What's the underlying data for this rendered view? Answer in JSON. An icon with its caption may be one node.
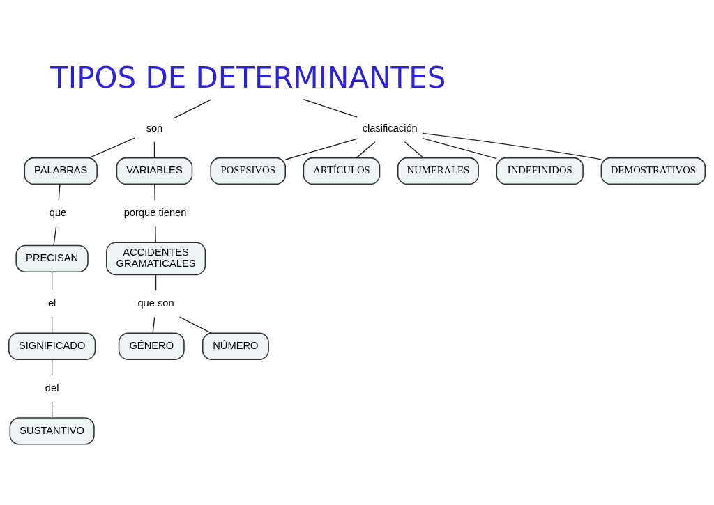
{
  "diagram": {
    "nodes": [
      {
        "text": [
          "TIPOS DE DETERMINANTES"
        ]
      },
      {
        "text": [
          "son"
        ]
      },
      {
        "text": [
          "clasificación"
        ]
      },
      {
        "text": [
          "PALABRAS"
        ]
      },
      {
        "text": [
          "VARIABLES"
        ]
      },
      {
        "text": [
          "que"
        ]
      },
      {
        "text": [
          "porque tienen"
        ]
      },
      {
        "text": [
          "PRECISAN"
        ]
      },
      {
        "text": [
          "ACCIDENTES GRAMATICALES"
        ]
      },
      {
        "text": [
          "el"
        ]
      },
      {
        "text": [
          "que son"
        ]
      },
      {
        "text": [
          "SIGNIFICADO"
        ]
      },
      {
        "text": [
          "del"
        ]
      },
      {
        "text": [
          "GÉNERO"
        ]
      },
      {
        "text": [
          "NÚMERO"
        ]
      },
      {
        "text": [
          "SUSTANTIVO"
        ]
      },
      {
        "text": [
          "POSESIVOS"
        ]
      },
      {
        "text": [
          "ARTÍCULOS"
        ]
      },
      {
        "text": [
          "NUMERALES"
        ]
      },
      {
        "text": [
          "INDEFINIDOS"
        ]
      },
      {
        "text": [
          "DEMOSTRATIVOS"
        ]
      }
    ],
    "edges": [
      {
        "from": 0,
        "to": 1,
        "arrow": "none"
      },
      {
        "from": 0,
        "to": 2,
        "arrow": "none"
      },
      {
        "from": 1,
        "to": 3,
        "arrow": "none"
      },
      {
        "from": 1,
        "to": 4,
        "arrow": "none"
      },
      {
        "from": 3,
        "to": 5,
        "arrow": "none"
      },
      {
        "from": 5,
        "to": 7,
        "arrow": "none"
      },
      {
        "from": 7,
        "to": 9,
        "arrow": "none"
      },
      {
        "from": 9,
        "to": 11,
        "arrow": "none"
      },
      {
        "from": 11,
        "to": 12,
        "arrow": "none"
      },
      {
        "from": 12,
        "to": 15,
        "arrow": "none"
      },
      {
        "from": 4,
        "to": 6,
        "arrow": "none"
      },
      {
        "from": 6,
        "to": 8,
        "arrow": "none"
      },
      {
        "from": 8,
        "to": 10,
        "arrow": "none"
      },
      {
        "from": 10,
        "to": 13,
        "arrow": "none"
      },
      {
        "from": 10,
        "to": 14,
        "arrow": "none"
      },
      {
        "from": 2,
        "to": 16,
        "arrow": "none"
      },
      {
        "from": 2,
        "to": 17,
        "arrow": "none"
      },
      {
        "from": 2,
        "to": 18,
        "arrow": "none"
      },
      {
        "from": 2,
        "to": 19,
        "arrow": "none"
      },
      {
        "from": 2,
        "to": 20,
        "arrow": "none"
      }
    ]
  }
}
